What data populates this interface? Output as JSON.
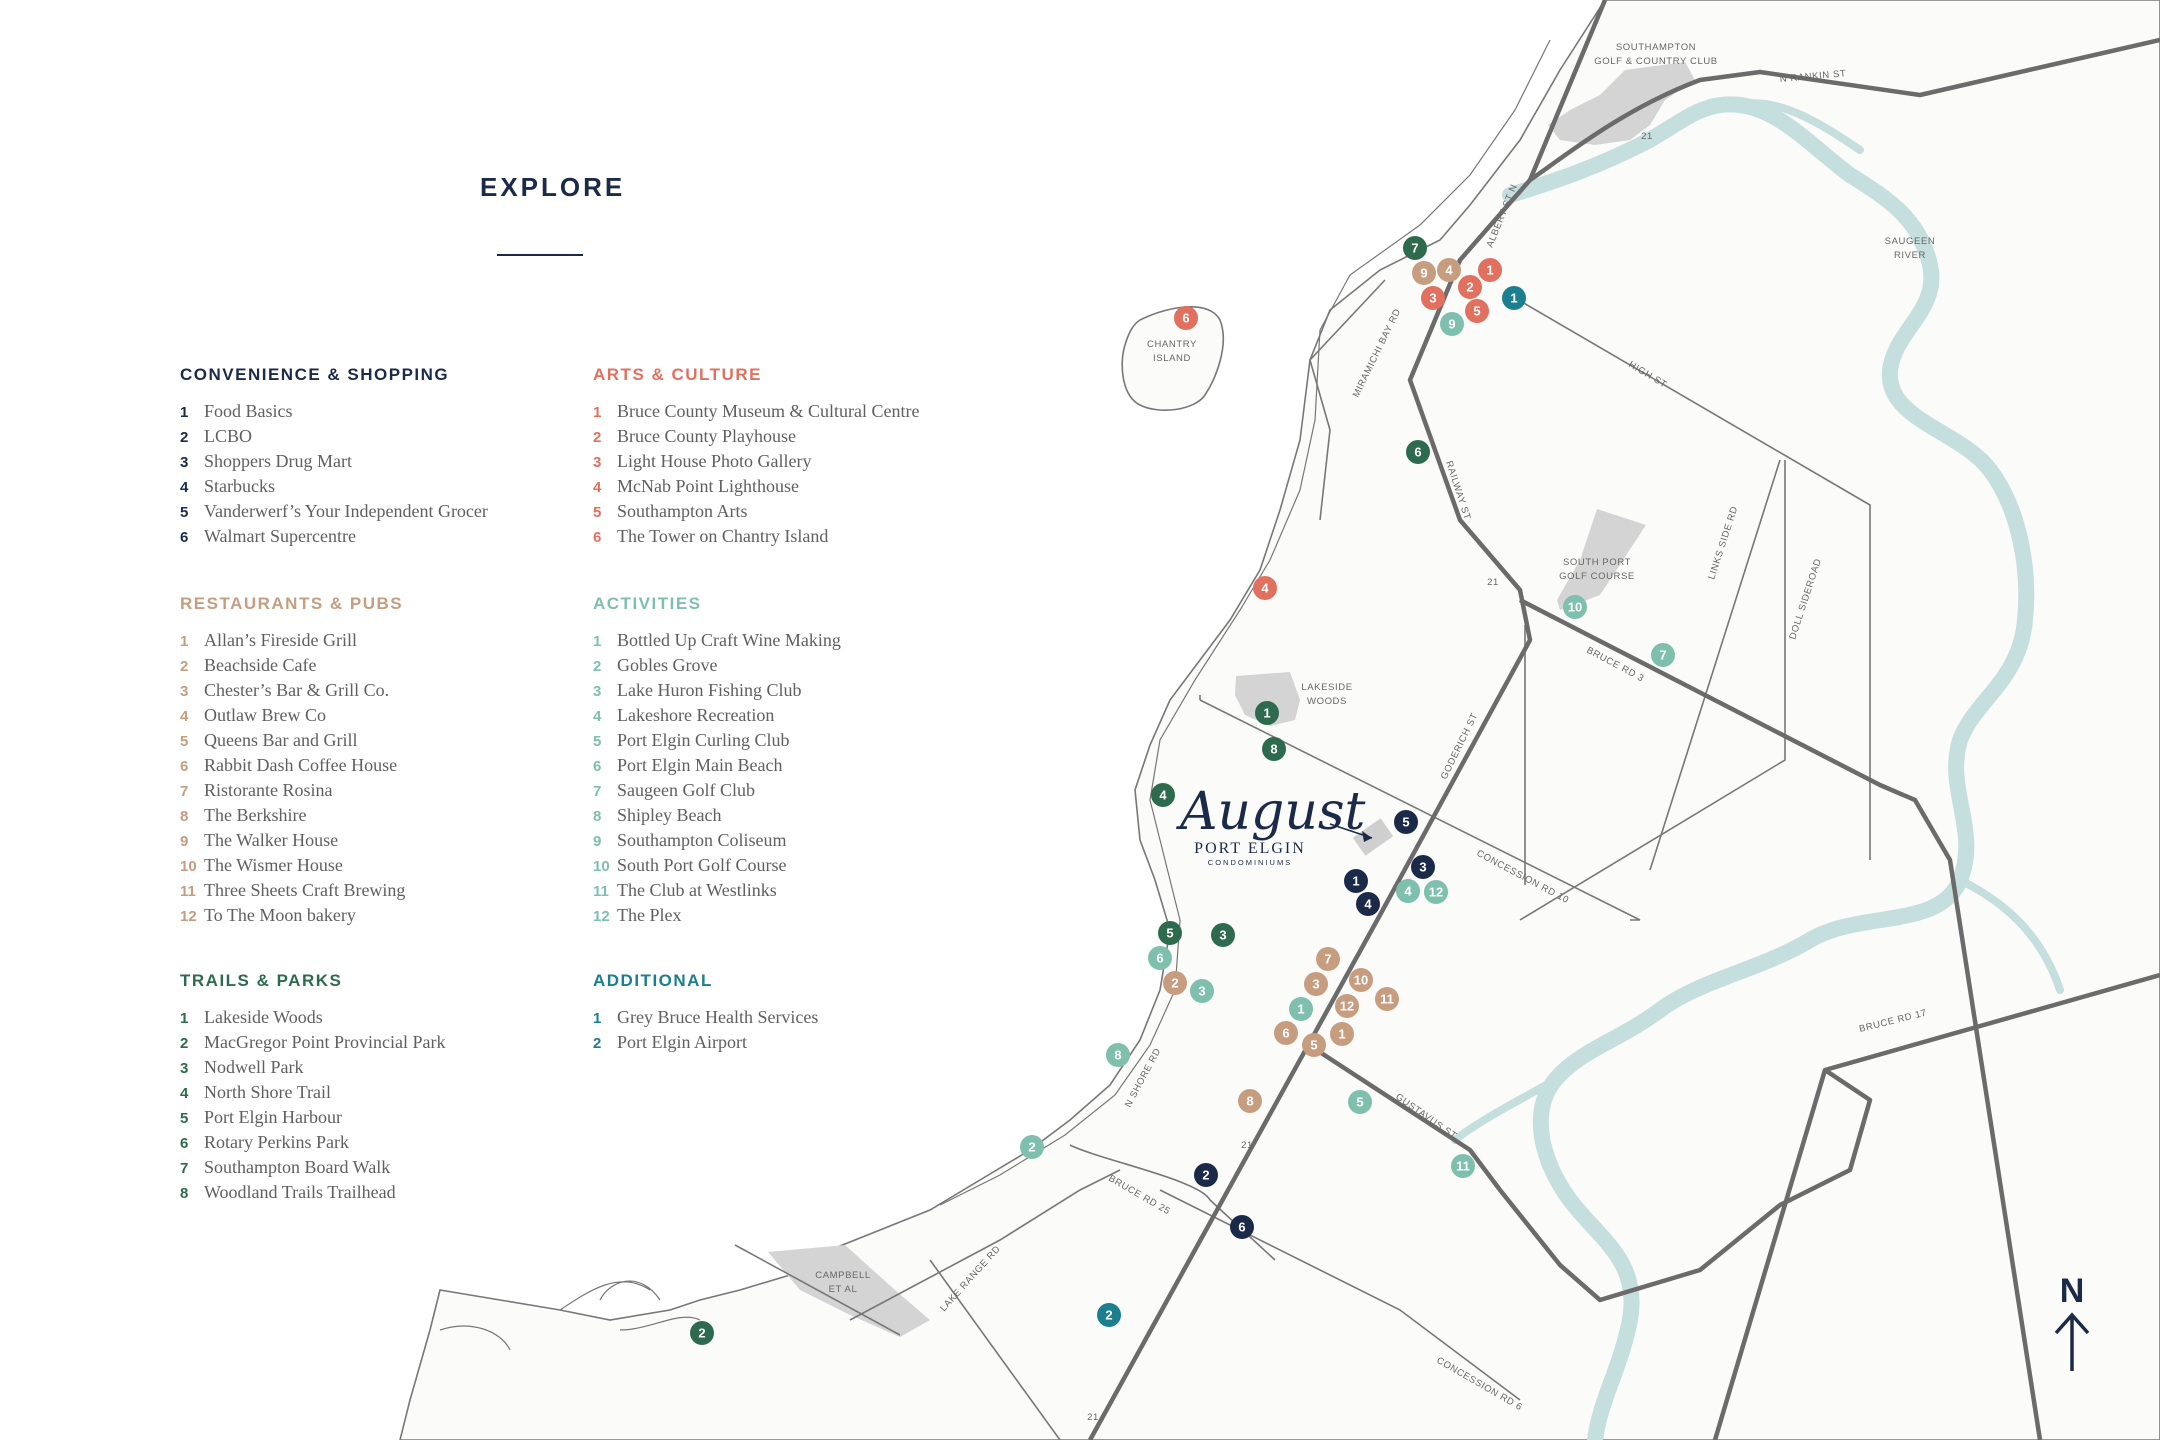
{
  "title": "EXPLORE",
  "categories": [
    {
      "id": "convenience",
      "title": "CONVENIENCE & SHOPPING",
      "color": "#1c2a4a",
      "items": [
        {
          "n": "1",
          "label": "Food Basics"
        },
        {
          "n": "2",
          "label": "LCBO"
        },
        {
          "n": "3",
          "label": "Shoppers Drug Mart"
        },
        {
          "n": "4",
          "label": "Starbucks"
        },
        {
          "n": "5",
          "label": "Vanderwerf’s Your Independent Grocer"
        },
        {
          "n": "6",
          "label": "Walmart Supercentre"
        }
      ]
    },
    {
      "id": "arts",
      "title": "ARTS & CULTURE",
      "color": "#e1705f",
      "items": [
        {
          "n": "1",
          "label": "Bruce County Museum & Cultural Centre"
        },
        {
          "n": "2",
          "label": "Bruce County Playhouse"
        },
        {
          "n": "3",
          "label": "Light House Photo Gallery"
        },
        {
          "n": "4",
          "label": "McNab Point Lighthouse"
        },
        {
          "n": "5",
          "label": "Southampton Arts"
        },
        {
          "n": "6",
          "label": "The Tower on Chantry Island"
        }
      ]
    },
    {
      "id": "restaurants",
      "title": "RESTAURANTS & PUBS",
      "color": "#c79d80",
      "items": [
        {
          "n": "1",
          "label": "Allan’s Fireside Grill"
        },
        {
          "n": "2",
          "label": "Beachside Cafe"
        },
        {
          "n": "3",
          "label": "Chester’s Bar & Grill Co."
        },
        {
          "n": "4",
          "label": "Outlaw Brew Co"
        },
        {
          "n": "5",
          "label": "Queens Bar and Grill"
        },
        {
          "n": "6",
          "label": "Rabbit Dash Coffee House"
        },
        {
          "n": "7",
          "label": "Ristorante Rosina"
        },
        {
          "n": "8",
          "label": "The Berkshire"
        },
        {
          "n": "9",
          "label": "The Walker House"
        },
        {
          "n": "10",
          "label": "The Wismer House"
        },
        {
          "n": "11",
          "label": "Three Sheets Craft Brewing"
        },
        {
          "n": "12",
          "label": "To The Moon bakery"
        }
      ]
    },
    {
      "id": "activities",
      "title": "ACTIVITIES",
      "color": "#7fbfae",
      "items": [
        {
          "n": "1",
          "label": "Bottled Up Craft Wine Making"
        },
        {
          "n": "2",
          "label": "Gobles Grove"
        },
        {
          "n": "3",
          "label": "Lake Huron Fishing Club"
        },
        {
          "n": "4",
          "label": "Lakeshore Recreation"
        },
        {
          "n": "5",
          "label": "Port Elgin Curling Club"
        },
        {
          "n": "6",
          "label": "Port Elgin Main Beach"
        },
        {
          "n": "7",
          "label": "Saugeen Golf Club"
        },
        {
          "n": "8",
          "label": "Shipley Beach"
        },
        {
          "n": "9",
          "label": "Southampton Coliseum"
        },
        {
          "n": "10",
          "label": "South Port Golf Course"
        },
        {
          "n": "11",
          "label": "The Club at Westlinks"
        },
        {
          "n": "12",
          "label": "The Plex"
        }
      ]
    },
    {
      "id": "trails",
      "title": "TRAILS & PARKS",
      "color": "#2e6b4e",
      "items": [
        {
          "n": "1",
          "label": "Lakeside Woods"
        },
        {
          "n": "2",
          "label": "MacGregor Point Provincial Park"
        },
        {
          "n": "3",
          "label": "Nodwell Park"
        },
        {
          "n": "4",
          "label": "North Shore Trail"
        },
        {
          "n": "5",
          "label": "Port Elgin Harbour"
        },
        {
          "n": "6",
          "label": "Rotary Perkins Park"
        },
        {
          "n": "7",
          "label": "Southampton Board Walk"
        },
        {
          "n": "8",
          "label": "Woodland Trails Trailhead"
        }
      ]
    },
    {
      "id": "additional",
      "title": "ADDITIONAL",
      "color": "#1b7f90",
      "items": [
        {
          "n": "1",
          "label": "Grey Bruce Health Services"
        },
        {
          "n": "2",
          "label": "Port Elgin Airport"
        }
      ]
    }
  ],
  "map_labels": {
    "golf_club_line1": "SOUTHAMPTON",
    "golf_club_line2": "GOLF & COUNTRY CLUB",
    "n_rankin_st": "N RANKIN ST",
    "albert_st_n": "ALBERT ST N",
    "saugeen_line1": "SAUGEEN",
    "saugeen_line2": "RIVER",
    "chantry_line1": "CHANTRY",
    "chantry_line2": "ISLAND",
    "miramichi_bay_rd": "MIRAMICHI BAY RD",
    "high_st": "HIGH ST",
    "railway_st": "RAILWAY ST",
    "south_port_line1": "SOUTH PORT",
    "south_port_line2": "GOLF COURSE",
    "links_side_rd": "LINKS SIDE RD",
    "doll_sideroad": "DOLL SIDEROAD",
    "bruce_rd_3": "BRUCE RD 3",
    "lakeside_line1": "LAKESIDE",
    "lakeside_line2": "WOODS",
    "goderich_st": "GODERICH ST",
    "concession_rd_10": "CONCESSION RD 10",
    "bruce_rd_17": "BRUCE RD 17",
    "n_shore_rd": "N SHORE RD",
    "gustavus_st": "GUSTAVUS ST",
    "bruce_rd_25": "BRUCE RD 25",
    "campbell_line1": "CAMPBELL",
    "campbell_line2": "ET AL",
    "lake_range_rd": "LAKE RANGE RD",
    "concession_rd_6": "CONCESSION RD 6",
    "hwy_21": "21"
  },
  "logo": {
    "script": "August",
    "main": "PORT ELGIN",
    "sub": "CONDOMINIUMS"
  },
  "north_label": "N",
  "markers": [
    {
      "cat": "convenience",
      "n": "1"
    },
    {
      "cat": "convenience",
      "n": "2"
    },
    {
      "cat": "convenience",
      "n": "3"
    },
    {
      "cat": "convenience",
      "n": "4"
    },
    {
      "cat": "convenience",
      "n": "5"
    },
    {
      "cat": "convenience",
      "n": "6"
    },
    {
      "cat": "arts",
      "n": "1"
    },
    {
      "cat": "arts",
      "n": "2"
    },
    {
      "cat": "arts",
      "n": "3"
    },
    {
      "cat": "arts",
      "n": "4"
    },
    {
      "cat": "arts",
      "n": "5"
    },
    {
      "cat": "arts",
      "n": "6"
    },
    {
      "cat": "restaurants",
      "n": "1"
    },
    {
      "cat": "restaurants",
      "n": "2"
    },
    {
      "cat": "restaurants",
      "n": "3"
    },
    {
      "cat": "restaurants",
      "n": "4"
    },
    {
      "cat": "restaurants",
      "n": "5"
    },
    {
      "cat": "restaurants",
      "n": "6"
    },
    {
      "cat": "restaurants",
      "n": "7"
    },
    {
      "cat": "restaurants",
      "n": "8"
    },
    {
      "cat": "restaurants",
      "n": "9"
    },
    {
      "cat": "restaurants",
      "n": "10"
    },
    {
      "cat": "restaurants",
      "n": "11"
    },
    {
      "cat": "restaurants",
      "n": "12"
    },
    {
      "cat": "activities",
      "n": "1"
    },
    {
      "cat": "activities",
      "n": "2"
    },
    {
      "cat": "activities",
      "n": "3"
    },
    {
      "cat": "activities",
      "n": "4"
    },
    {
      "cat": "activities",
      "n": "5"
    },
    {
      "cat": "activities",
      "n": "6"
    },
    {
      "cat": "activities",
      "n": "7"
    },
    {
      "cat": "activities",
      "n": "8"
    },
    {
      "cat": "activities",
      "n": "9"
    },
    {
      "cat": "activities",
      "n": "10"
    },
    {
      "cat": "activities",
      "n": "11"
    },
    {
      "cat": "activities",
      "n": "12"
    },
    {
      "cat": "trails",
      "n": "1"
    },
    {
      "cat": "trails",
      "n": "2"
    },
    {
      "cat": "trails",
      "n": "3"
    },
    {
      "cat": "trails",
      "n": "4"
    },
    {
      "cat": "trails",
      "n": "5"
    },
    {
      "cat": "trails",
      "n": "6"
    },
    {
      "cat": "trails",
      "n": "7"
    },
    {
      "cat": "trails",
      "n": "8"
    },
    {
      "cat": "additional",
      "n": "1"
    },
    {
      "cat": "additional",
      "n": "2"
    }
  ]
}
